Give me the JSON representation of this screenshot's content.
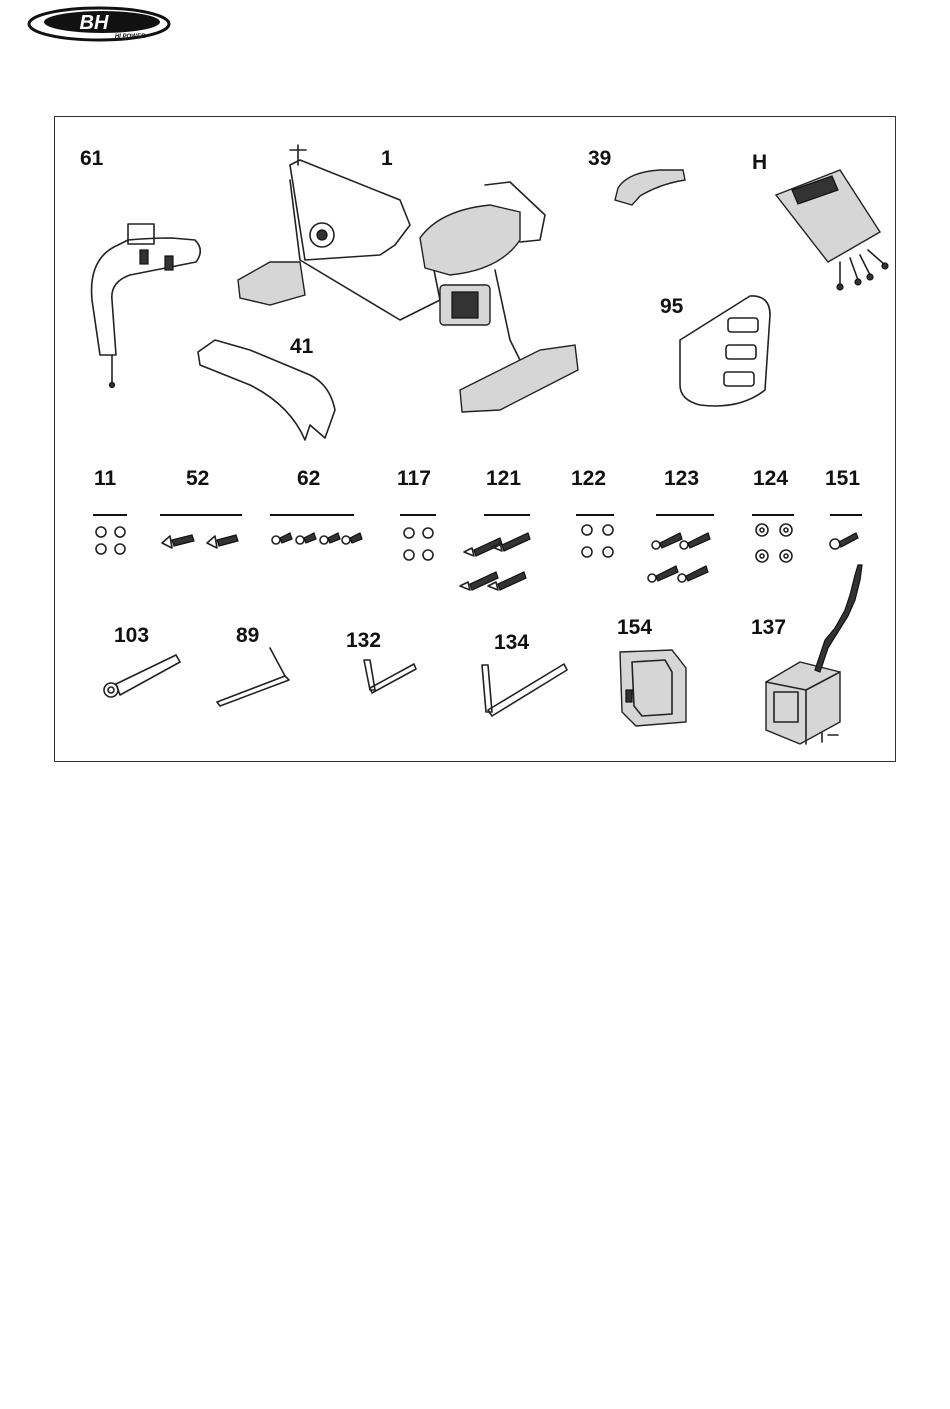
{
  "header": {
    "logo_text": "BH",
    "logo_subtext": "HI POWER"
  },
  "diagram": {
    "parts_large": [
      {
        "id": "61"
      },
      {
        "id": "1"
      },
      {
        "id": "39"
      },
      {
        "id": "H"
      },
      {
        "id": "95"
      },
      {
        "id": "41"
      }
    ],
    "hardware": [
      {
        "id": "11",
        "qty": 4
      },
      {
        "id": "52",
        "qty": 2
      },
      {
        "id": "62",
        "qty": 4
      },
      {
        "id": "117",
        "qty": 4
      },
      {
        "id": "121",
        "qty": 4
      },
      {
        "id": "122",
        "qty": 4
      },
      {
        "id": "123",
        "qty": 4
      },
      {
        "id": "124",
        "qty": 4
      },
      {
        "id": "151",
        "qty": 1
      }
    ],
    "tools": [
      {
        "id": "103"
      },
      {
        "id": "89"
      },
      {
        "id": "132"
      },
      {
        "id": "134"
      },
      {
        "id": "154"
      },
      {
        "id": "137"
      }
    ]
  }
}
